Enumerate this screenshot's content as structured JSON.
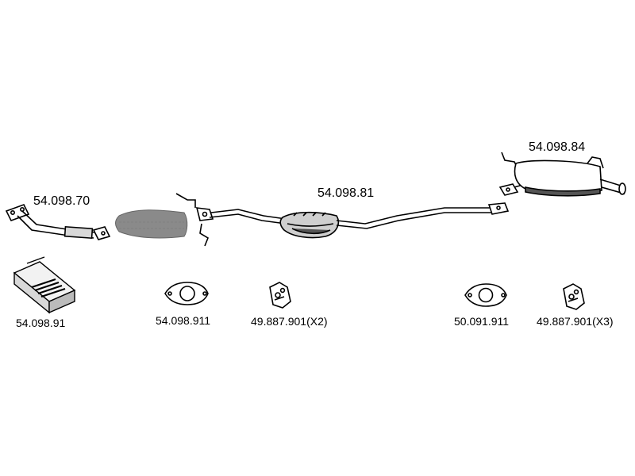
{
  "diagram": {
    "parts": {
      "front_pipe": "54.098.70",
      "center_catalyst_pipe": "54.098.81",
      "rear_muffler": "54.098.84",
      "mounting_kit": "54.098.91",
      "gasket_front": "54.098.911",
      "rubber_hanger_1": "49.887.901(X2)",
      "gasket_rear": "50.091.911",
      "rubber_hanger_2": "49.887.901(X3)"
    },
    "colors": {
      "line": "#000000",
      "fill_gray": "#8a8a8a",
      "fill_light": "#d8d8d8",
      "background": "#ffffff"
    }
  }
}
